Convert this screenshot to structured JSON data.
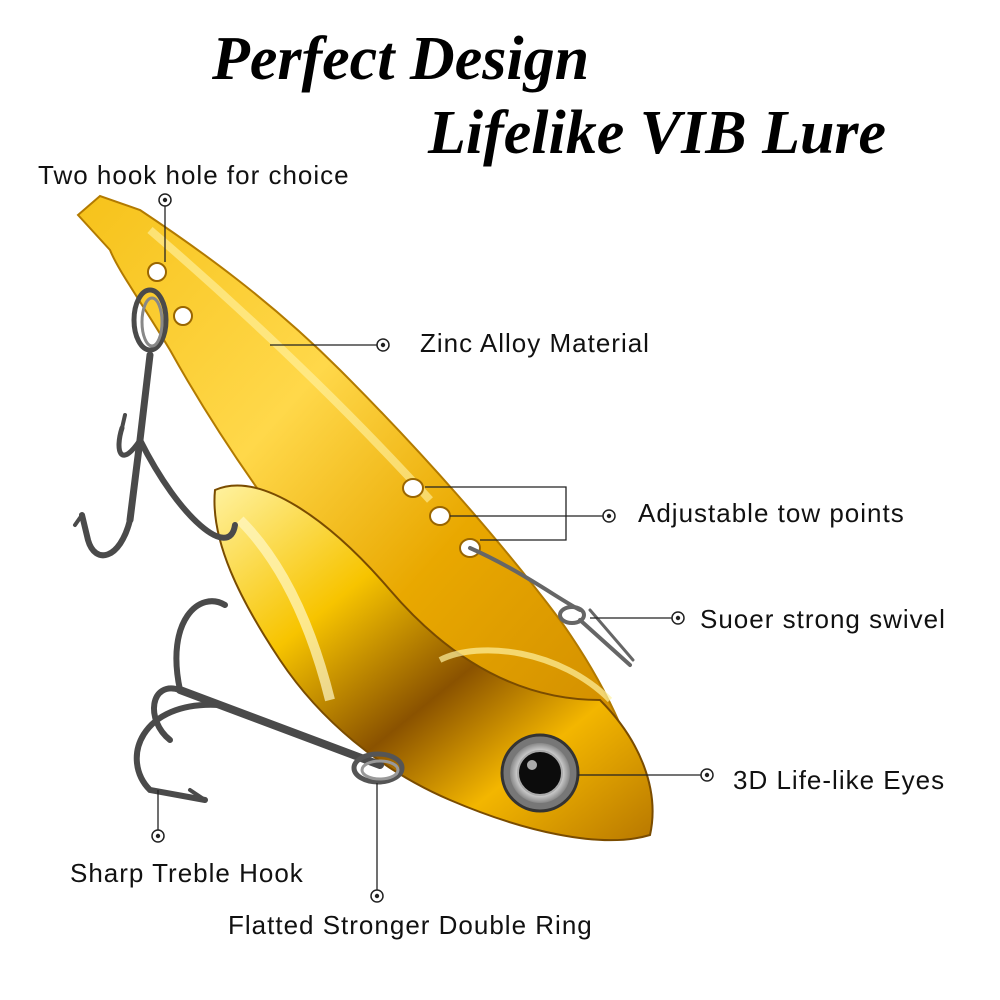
{
  "title": {
    "line1": "Perfect Design",
    "line2": "Lifelike VIB Lure"
  },
  "callouts": {
    "hook_hole": "Two hook hole for choice",
    "material": "Zinc Alloy Material",
    "tow_points": "Adjustable tow points",
    "swivel": "Suoer strong swivel",
    "eyes": "3D Life-like Eyes",
    "treble_hook": "Sharp Treble Hook",
    "double_ring": "Flatted Stronger Double Ring"
  },
  "colors": {
    "gold": "#f2b400",
    "gold_light": "#ffe873",
    "gold_dark": "#a56a00",
    "hook_metal": "#4a4a4a",
    "text": "#111111"
  }
}
